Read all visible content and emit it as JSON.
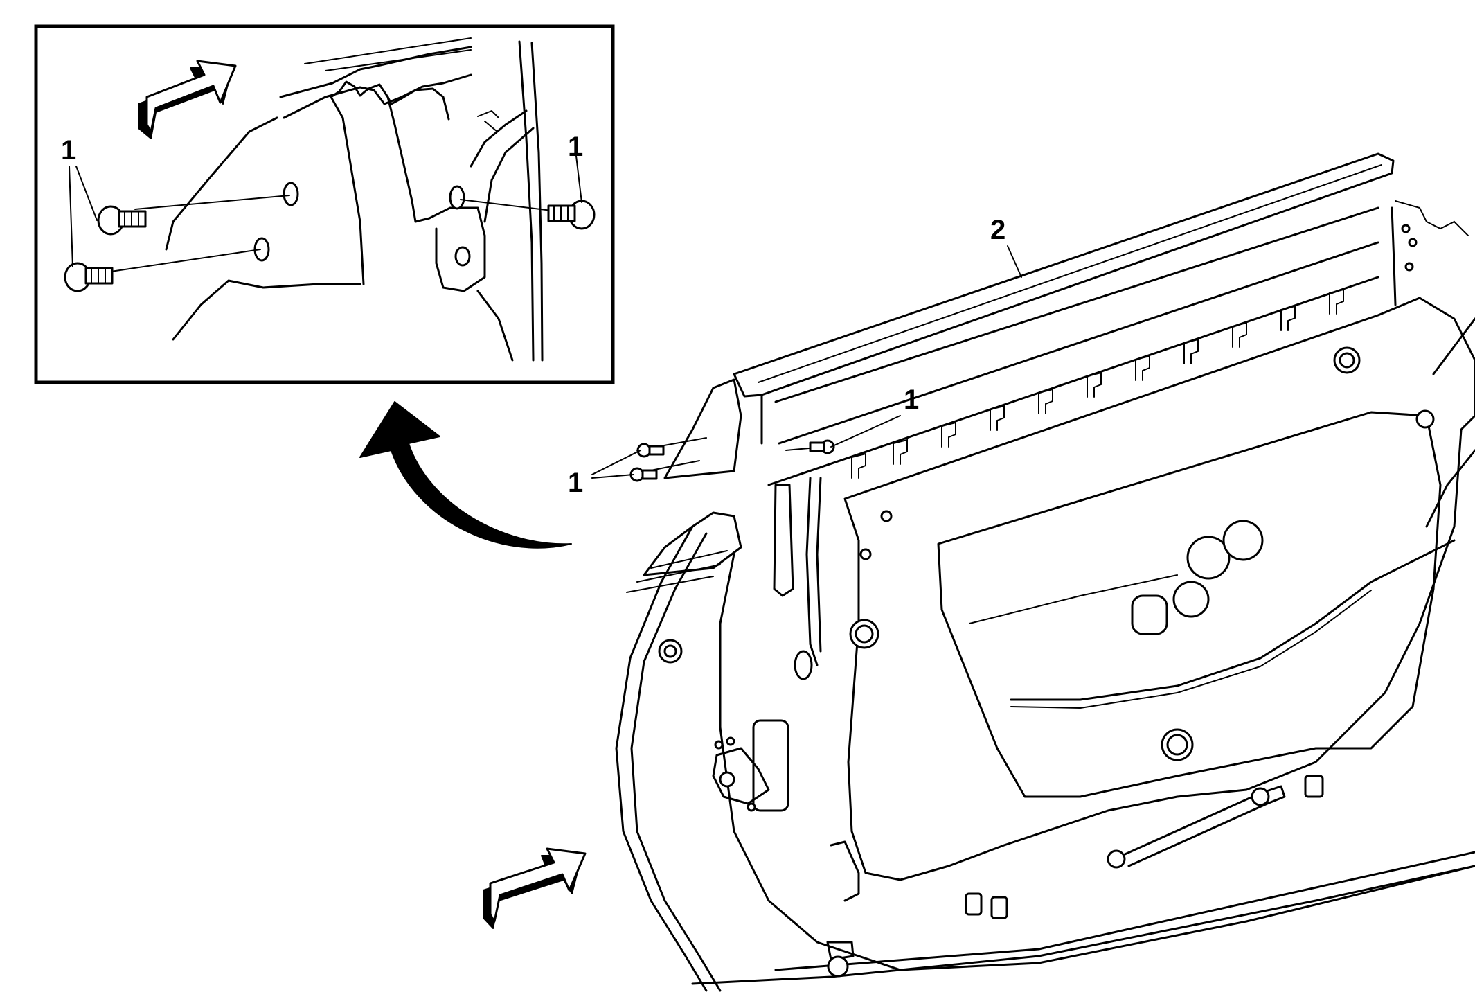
{
  "callouts": {
    "inset_left": "1",
    "inset_right": "1",
    "main_fastener_upper": "1",
    "main_fastener_lower": "1",
    "main_rail": "2"
  },
  "colors": {
    "line": "#000000",
    "background": "#ffffff"
  },
  "icons": [
    "direction-arrow-icon",
    "curved-callout-arrow-icon",
    "screw-icon"
  ]
}
